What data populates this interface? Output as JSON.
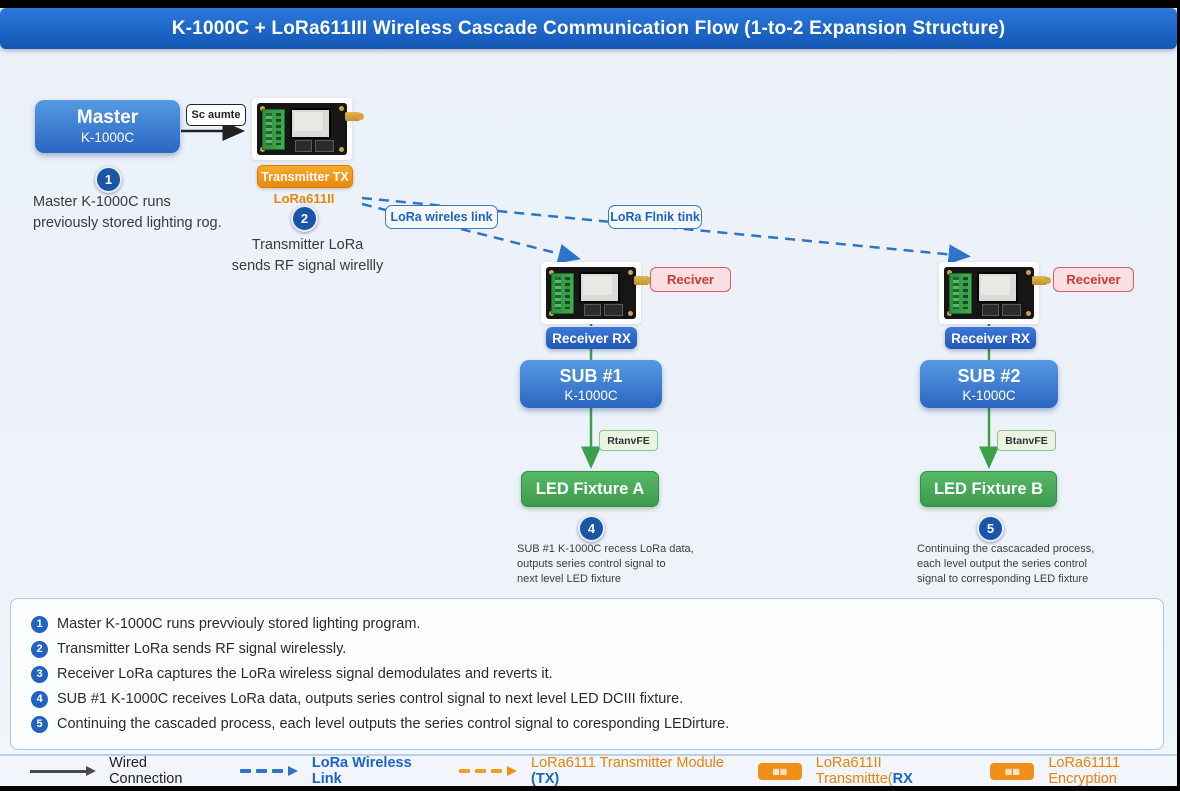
{
  "title": "K-1000C + LoRa611III Wireless Cascade Communication Flow (1-to-2 Expansion Structure)",
  "master": {
    "title": "Master",
    "subtitle": "K-1000C",
    "arrow_label": "Sc aumte"
  },
  "step1": {
    "num": "1",
    "line1": "Master K-1000C runs",
    "line2": "previously stored lighting rog."
  },
  "transmitter": {
    "tag": "Transmitter TX",
    "model": "LoRa611II",
    "num": "2",
    "cap1": "Transmitter  LoRa",
    "cap2": "sends RF signal wirellly"
  },
  "links": {
    "label1": "LoRa wireles link",
    "label2": "LoRa Flnik tink"
  },
  "b1": {
    "receiver_tag": "Reciver",
    "rx": "Receiver RX",
    "sub_title": "SUB #1",
    "sub_model": "K-1000C",
    "recv": "RtanvFE",
    "led": "LED Fixture A",
    "num": "4",
    "cap": [
      "SUB #1 K-1000C recess LoRa data,",
      "outputs series control signal to",
      "next level LED fixture"
    ]
  },
  "b2": {
    "receiver_tag": "Receiver",
    "rx": "Receiver RX",
    "sub_title": "SUB #2",
    "sub_model": "K-1000C",
    "recv": "BtanvFE",
    "led": "LED Fixture B",
    "num": "5",
    "cap": [
      "Continuing the cascacaded process,",
      "each level output the series control",
      "signal to corresponding LED fixture"
    ]
  },
  "panel": {
    "items": [
      {
        "num": "1",
        "text": "Master K-1000C runs prevviouly stored lighting program."
      },
      {
        "num": "2",
        "text": "Transmitter LoRa sends RF signal wirelessly."
      },
      {
        "num": "3",
        "text": "Receiver LoRa captures the LoRa wireless signal demodulates and reverts it."
      },
      {
        "num": "4",
        "text": "SUB #1 K-1000C receives LoRa data, outputs series control signal to next level LED DCIII fixture."
      },
      {
        "num": "5",
        "text": "Continuing the cascaded process, each level outputs the series control signal to coresponding LEDirture."
      }
    ]
  },
  "legend": {
    "wired": "Wired Connection",
    "lora_link": "LoRa Wireless Link",
    "tx_text": "LoRa6111 Transmitter Module ",
    "tx_suffix": "(TX)",
    "rx_text": "LoRa611II Transmittte(",
    "rx_suffix": "RX",
    "enc_text": "LoRa61111 Encryption",
    "badge_glyphs": "▦▦"
  },
  "colors": {
    "title_bar": "#1b5fc4",
    "accent_blue": "#1a64c8",
    "box_blue": "#2b66c2",
    "led_green": "#3c9a4d",
    "wire_green": "#3aa14a",
    "orange": "#e8830c",
    "receiver_pink": "#fadee0",
    "background": "#eef3fa"
  }
}
